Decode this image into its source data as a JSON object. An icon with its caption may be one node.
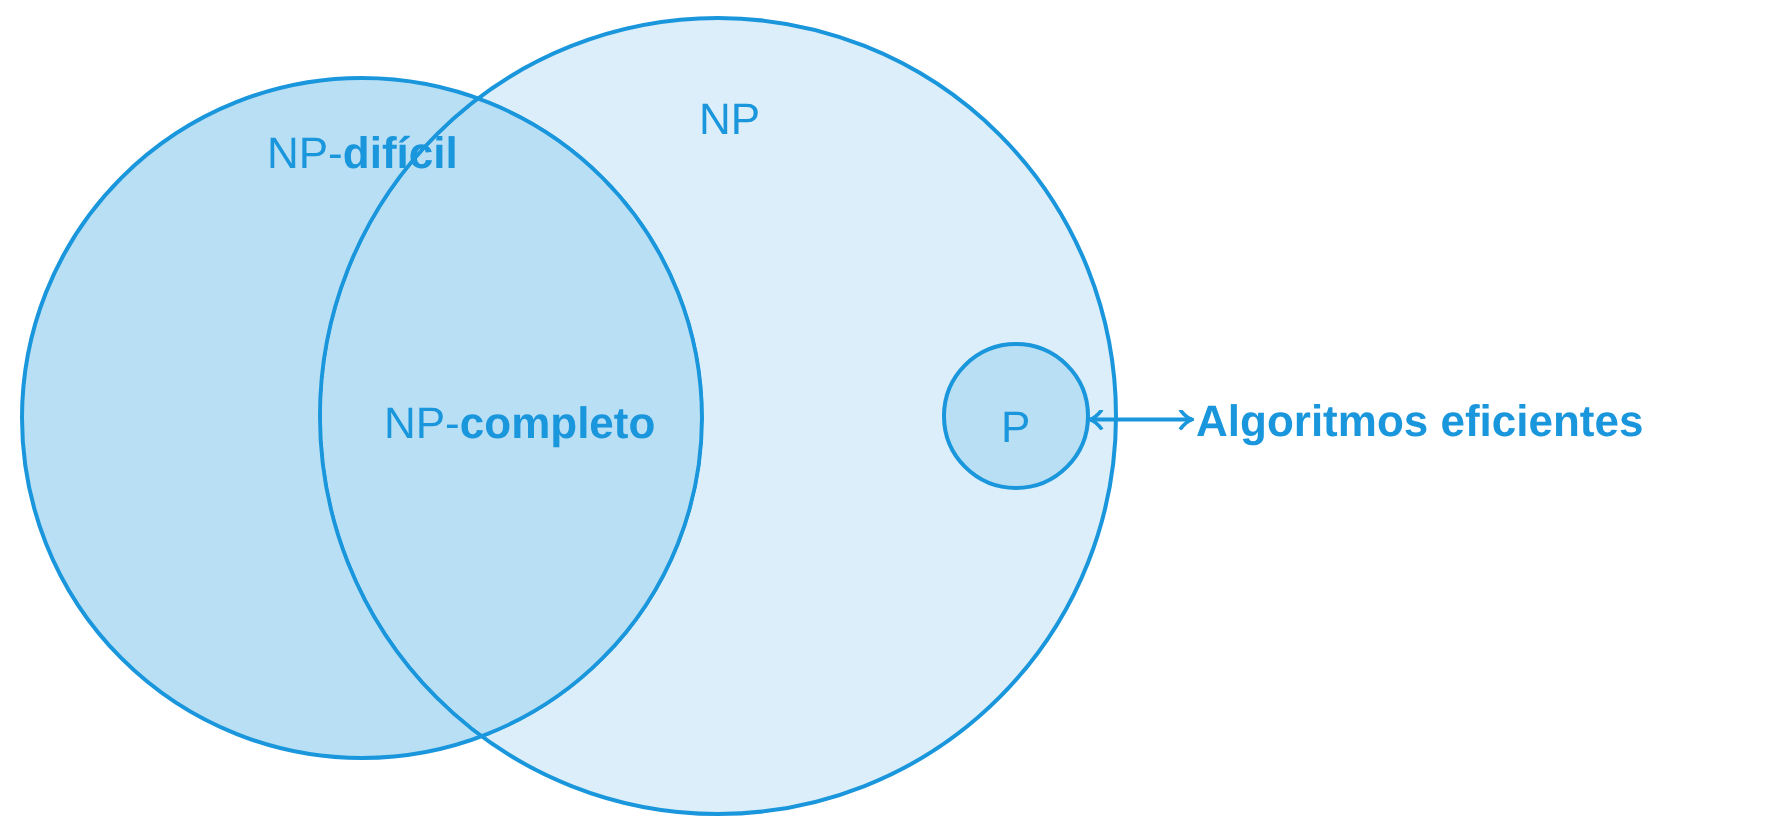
{
  "diagram": {
    "nodes": [
      {
        "text": [
          "NP-**difícil**"
        ]
      },
      {
        "text": [
          "NP"
        ]
      },
      {
        "text": [
          "P"
        ],
        "in": 1
      },
      {
        "text": [
          "Algoritmos eficientes"
        ]
      }
    ],
    "edges": [
      {
        "from": 2,
        "to": 3,
        "arrow": "both"
      }
    ],
    "labels": [
      "NP-**completo**"
    ]
  }
}
